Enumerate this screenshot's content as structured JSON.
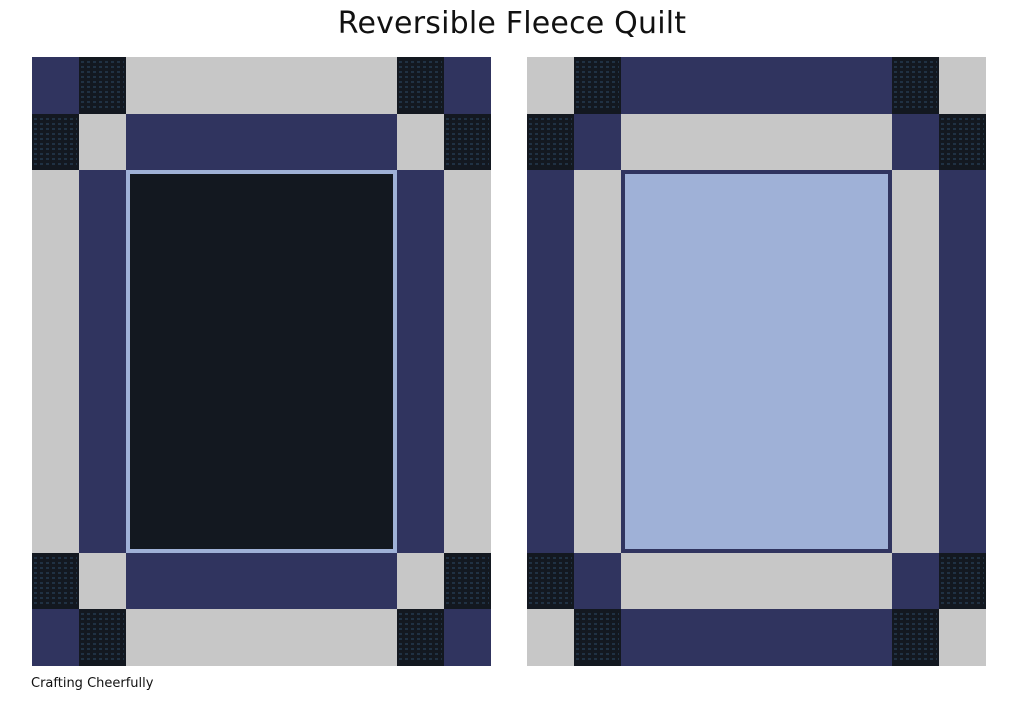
{
  "title": "Reversible Fleece Quilt",
  "credit": "Crafting Cheerfully",
  "colors": {
    "navy": "#30345f",
    "gray": "#c7c7c7",
    "black": "#131820",
    "light_blue": "#9fb1d7",
    "dash": "#2d4a66"
  },
  "quilts": [
    {
      "name": "left-quilt",
      "center": "black",
      "center_border": "light_blue",
      "grid": [
        [
          "navy",
          "black-dash",
          "gray",
          "black-dash",
          "navy"
        ],
        [
          "black-dash",
          "gray",
          "navy",
          "gray",
          "black-dash"
        ],
        [
          "gray",
          "navy",
          "center",
          "navy",
          "gray"
        ],
        [
          "black-dash",
          "gray",
          "navy",
          "gray",
          "black-dash"
        ],
        [
          "navy",
          "black-dash",
          "gray",
          "black-dash",
          "navy"
        ]
      ]
    },
    {
      "name": "right-quilt",
      "center": "light_blue",
      "center_border": "navy",
      "grid": [
        [
          "gray",
          "black-dash",
          "navy",
          "black-dash",
          "gray"
        ],
        [
          "black-dash",
          "navy",
          "gray",
          "navy",
          "black-dash"
        ],
        [
          "navy",
          "gray",
          "center",
          "gray",
          "navy"
        ],
        [
          "black-dash",
          "navy",
          "gray",
          "navy",
          "black-dash"
        ],
        [
          "gray",
          "black-dash",
          "navy",
          "black-dash",
          "gray"
        ]
      ]
    }
  ]
}
